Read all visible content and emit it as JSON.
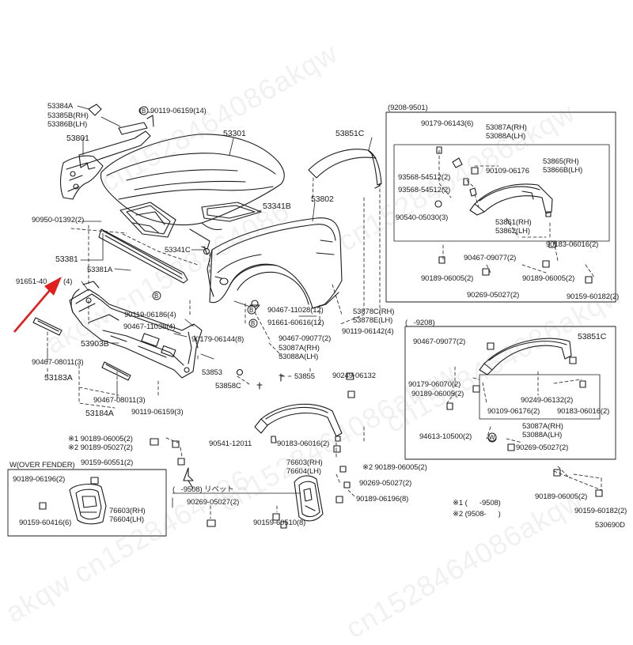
{
  "callouts": {
    "p53384A": "53384A",
    "p53385B": "53385B(RH)\n53386B(LH)",
    "p53801": "53801",
    "p90119_06159_14": "90119-06159(14)",
    "p53301": "53301",
    "p53851C_top": "53851C",
    "p53802": "53802",
    "p53341B": "53341B",
    "p90950": "90950-01392(2)",
    "p53381": "53381",
    "p53381A": "53381A",
    "p53341C": "53341C",
    "p91651": "91651-40",
    "p91651_qty": "(4)",
    "p90119_06186": "90119-06186(4)",
    "p90467_11038": "90467-11038(4)",
    "p90467_11028": "90467-11028(12)",
    "p91661_60616": "91661-60616(12)",
    "p53878C": "53878C(RH)\n53878E(LH)",
    "p90119_06142": "90119-06142(4)",
    "p53903B": "53903B",
    "p90179_06144": "90179-06144(8)",
    "p90467_09077_2": "90467-09077(2)",
    "p53087A_mid": "53087A(RH)\n53088A(LH)",
    "p90467_08011_3a": "90467-08011(3)",
    "p53183A": "53183A",
    "p53853": "53853",
    "p53855": "53855",
    "p53858C": "53858C",
    "p90249_06132_mid": "90249-06132",
    "p90467_08011_3b": "90467-08011(3)",
    "p53184A": "53184A",
    "p90119_06159_3": "90119-06159(3)",
    "p90541_12011": "90541-12011",
    "p90183_06016_mid": "90183-06016(2)",
    "p90189_06005_note1": "※1 90189-06005(2)",
    "p90189_05027_note2": "※2 90189-05027(2)",
    "p90159_60551": "90159-60551(2)",
    "p76603_mid": "76603(RH)\n76604(LH)",
    "p90189_06005_note2": "※2 90189-06005(2)",
    "p90269_05027_mid": "90269-05027(2)",
    "p90189_06196_8": "90189-06196(8)",
    "w_title": "W(OVER FENDER)",
    "w_90189_06196": "90189-06196(2)",
    "w_90159_60416": "90159-60416(6)",
    "w_76603": "76603(RH)\n76604(LH)",
    "rivet_title": "(   -9508) リベット",
    "rivet_90269": "90269-05027(2)",
    "rivet_90159": "90159-60510(8)",
    "tr_title": "(9208-9501)",
    "tr_90179_06143": "90179-06143(6)",
    "tr_53087A": "53087A(RH)\n53088A(LH)",
    "tr_53865": "53865(RH)\n53866B(LH)",
    "tr_93568_a": "93568-54512(2)",
    "tr_90109": "90109-06176",
    "tr_93568_b": "93568-54512(2)",
    "tr_90540": "90540-05030(3)",
    "tr_53861": "53861(RH)\n53862(LH)",
    "tr_90183": "90183-06016(2)",
    "tr_90467": "90467-09077(2)",
    "tr_90189_a": "90189-06005(2)",
    "tr_90189_b": "90189-06005(2)",
    "tr_90269": "90269-05027(2)",
    "tr_90159": "90159-60182(2)",
    "br_title": "(   -9208)",
    "br_90467": "90467-09077(2)",
    "br_53851C": "53851C",
    "br_90179": "90179-06070(2)",
    "br_90189_a": "90189-06005(2)",
    "br_90249": "90249-06132(2)",
    "br_90109": "90109-06176(2)",
    "br_90183": "90183-06016(2)",
    "br_53087A": "53087A(RH)\n53088A(LH)",
    "br_94613": "94613-10500(2)",
    "br_90269": "90269-05027(2)",
    "br_90189_b": "90189-06005(2)",
    "br_90159": "90159-60182(2)",
    "note1": "※1 (      -9508)",
    "note2": "※2 (9508-      )",
    "fig_code": "530690D"
  },
  "markers": {
    "bolt_b": "B",
    "washer_w": "W",
    "notes_1": "※1",
    "notes_2": "※2"
  },
  "watermark": {
    "text_a": "cn1528464086akqw",
    "text_b": "akqw cn1528464086",
    "color": "#969696"
  },
  "colors": {
    "line": "#1a1a1a",
    "arrow": "#e01e1e",
    "background": "#ffffff"
  },
  "icons": {
    "pointer": "red-arrow-icon",
    "view_arrow": "view-arrow-icon"
  }
}
